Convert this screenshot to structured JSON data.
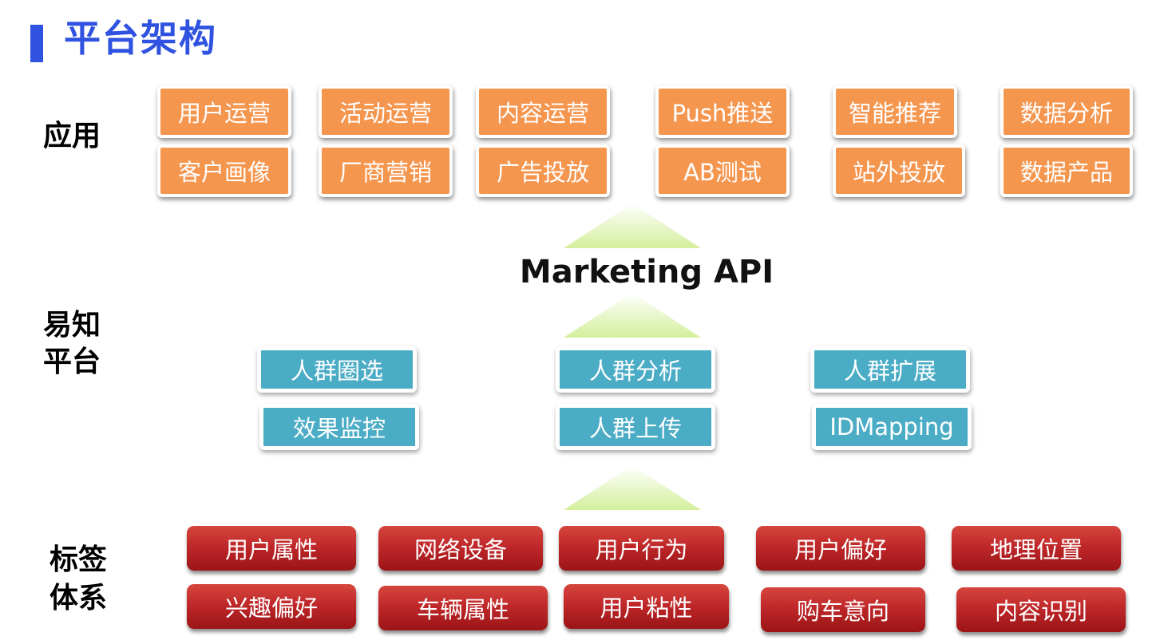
{
  "title": "平台架构",
  "section_labels": {
    "application": "应用",
    "platform_line1": "易知",
    "platform_line2": "平台",
    "tags_line1": "标签",
    "tags_line2": "体系"
  },
  "application_items": [
    "用户运营",
    "活动运营",
    "内容运营",
    "Push推送",
    "智能推荐",
    "数据分析",
    "客户画像",
    "厂商营销",
    "广告投放",
    "AB测试",
    "站外投放",
    "数据产品"
  ],
  "api_label": "Marketing API",
  "platform_items": [
    "人群圈选",
    "人群分析",
    "人群扩展",
    "效果监控",
    "人群上传",
    "IDMapping"
  ],
  "tag_items": [
    "用户属性",
    "网络设备",
    "用户行为",
    "用户偏好",
    "地理位置",
    "兴趣偏好",
    "车辆属性",
    "用户粘性",
    "购车意向",
    "内容识别"
  ],
  "colors": {
    "title": "#2f52e0",
    "application_box": "#f5964f",
    "platform_box": "#4bacc6",
    "tag_box": "#c0282a",
    "arrow": "#d4ef9c"
  }
}
